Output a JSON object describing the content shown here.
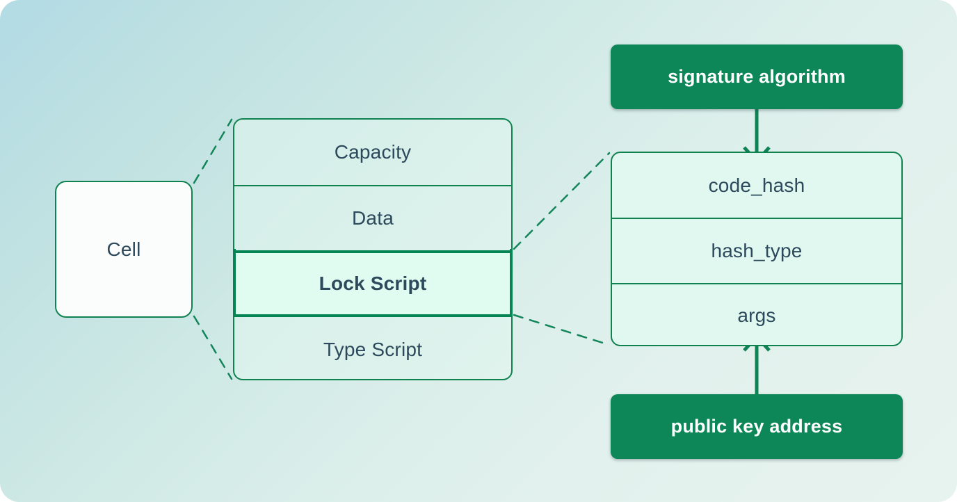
{
  "diagram": {
    "title": "CKB Cell structure with Lock Script expansion",
    "background": {
      "gradient_from": "#b2dbe4",
      "gradient_to": "#e6f3ef"
    },
    "colors": {
      "border_green": "#10824f",
      "accent_green": "#068554",
      "solid_green": "#0d8757",
      "text_slate": "#2d4a5c",
      "cell_fill": "#fbfdfd",
      "stack_fill": "#e2f5ee",
      "highlight_fill": "#e0fbef",
      "on_green_text": "#ffffff"
    },
    "cell": {
      "label": "Cell"
    },
    "cell_fields": {
      "rows": [
        {
          "label": "Capacity",
          "highlighted": false
        },
        {
          "label": "Data",
          "highlighted": false
        },
        {
          "label": "Lock Script",
          "highlighted": true
        },
        {
          "label": "Type Script",
          "highlighted": false
        }
      ]
    },
    "script_fields": {
      "rows": [
        {
          "label": "code_hash"
        },
        {
          "label": "hash_type"
        },
        {
          "label": "args"
        }
      ]
    },
    "inputs": {
      "top": {
        "label": "signature algorithm",
        "target": "code_hash",
        "arrow": "down"
      },
      "bottom": {
        "label": "public key address",
        "target": "args",
        "arrow": "up"
      }
    },
    "connectors": [
      {
        "from": "cell",
        "to": "cell_fields",
        "style": "dashed"
      },
      {
        "from": "lock-script-row",
        "to": "script_fields",
        "style": "dashed"
      }
    ]
  }
}
